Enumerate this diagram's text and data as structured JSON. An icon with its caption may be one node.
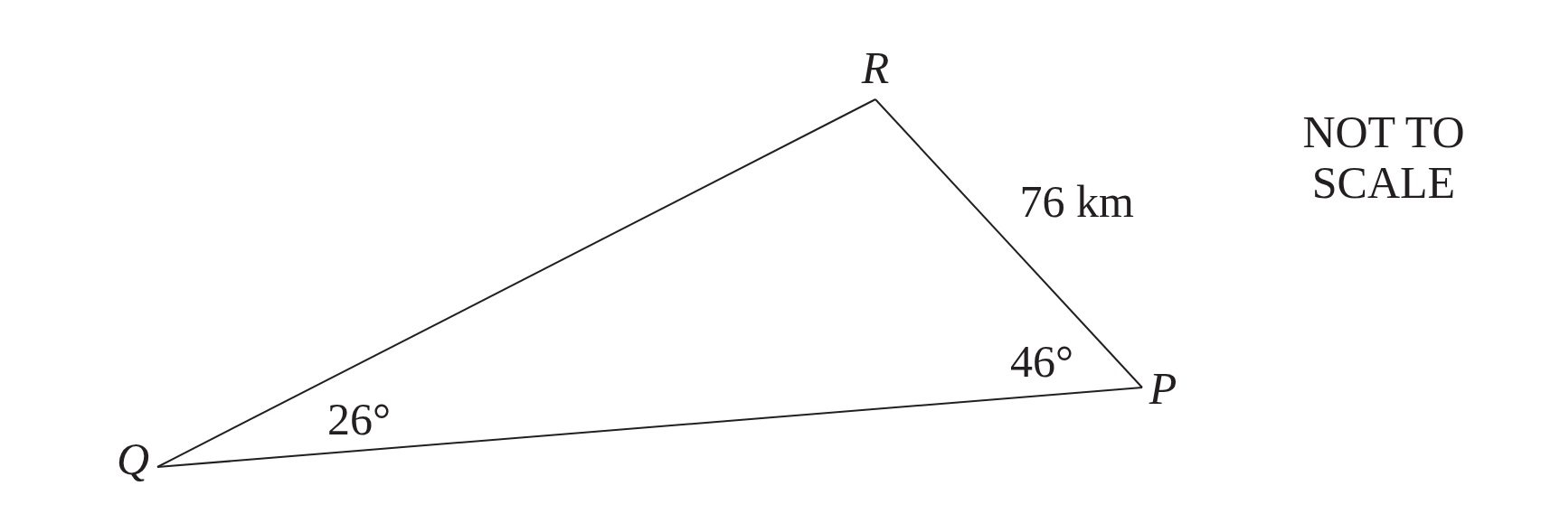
{
  "diagram": {
    "nodes": [
      {
        "text": [
          "R"
        ]
      },
      {
        "text": [
          "Q"
        ]
      },
      {
        "text": [
          "P"
        ]
      }
    ],
    "edges": [
      {
        "from": 0,
        "to": 1,
        "arrow": "none"
      },
      {
        "from": 0,
        "to": 2,
        "arrow": "none",
        "label": "76 km"
      },
      {
        "from": 1,
        "to": 2,
        "arrow": "none"
      }
    ],
    "labels": [
      "NOT TO SCALE",
      "46°",
      "26°"
    ]
  }
}
